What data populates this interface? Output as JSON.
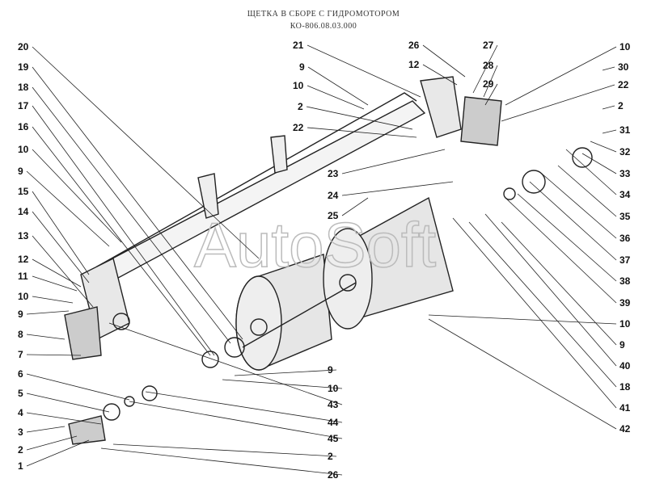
{
  "title": {
    "line1": "ЩЕТКА В СБОРЕ С ГИДРОМОТОРОМ",
    "line2": "КО-806.08.03.000"
  },
  "watermark": "AutoSoft",
  "callouts": [
    "20",
    "19",
    "18",
    "17",
    "16",
    "10",
    "9",
    "15",
    "14",
    "13",
    "12",
    "11",
    "10",
    "9",
    "8",
    "7",
    "6",
    "5",
    "4",
    "3",
    "2",
    "1",
    "21",
    "9",
    "10",
    "2",
    "22",
    "26",
    "12",
    "27",
    "28",
    "29",
    "10",
    "30",
    "22",
    "2",
    "31",
    "32",
    "33",
    "34",
    "35",
    "36",
    "37",
    "38",
    "39",
    "10",
    "9",
    "40",
    "18",
    "41",
    "42",
    "23",
    "24",
    "25",
    "9",
    "10",
    "43",
    "44",
    "45",
    "2",
    "26"
  ],
  "colors": {
    "ink": "#111111",
    "watermark": "#bbbbbb"
  }
}
